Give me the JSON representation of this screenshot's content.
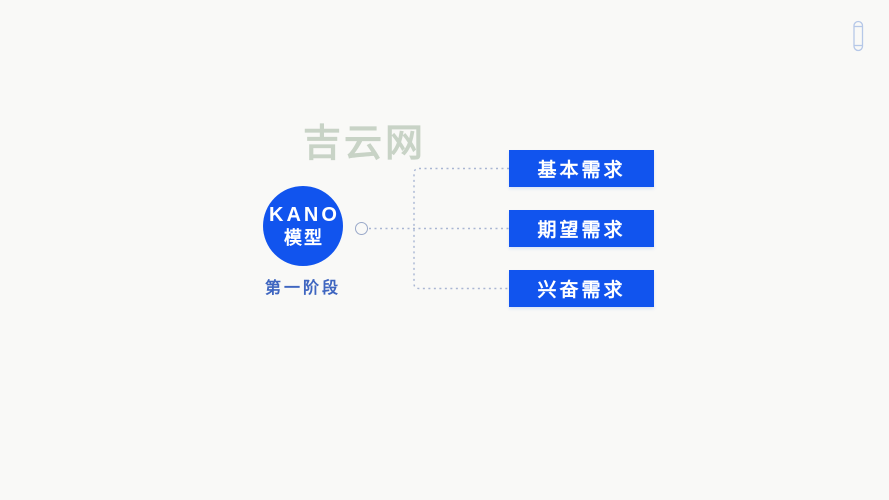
{
  "watermark": {
    "text": "吉云网",
    "color": "#c8d3c6"
  },
  "diagram": {
    "root": {
      "line1": "KANO",
      "line2": "模型"
    },
    "stage_label": "第一阶段",
    "branches": [
      {
        "label": "基本需求"
      },
      {
        "label": "期望需求"
      },
      {
        "label": "兴奋需求"
      }
    ]
  },
  "icons": {
    "top_right": "capsule-scroll-icon"
  },
  "colors": {
    "accent": "#1154ee",
    "connector": "#a9b6d3",
    "stage_text": "#3f66c0",
    "watermark": "#c8d3c6",
    "bg": "#f9f9f7",
    "capsule": "#b6c8e8"
  }
}
